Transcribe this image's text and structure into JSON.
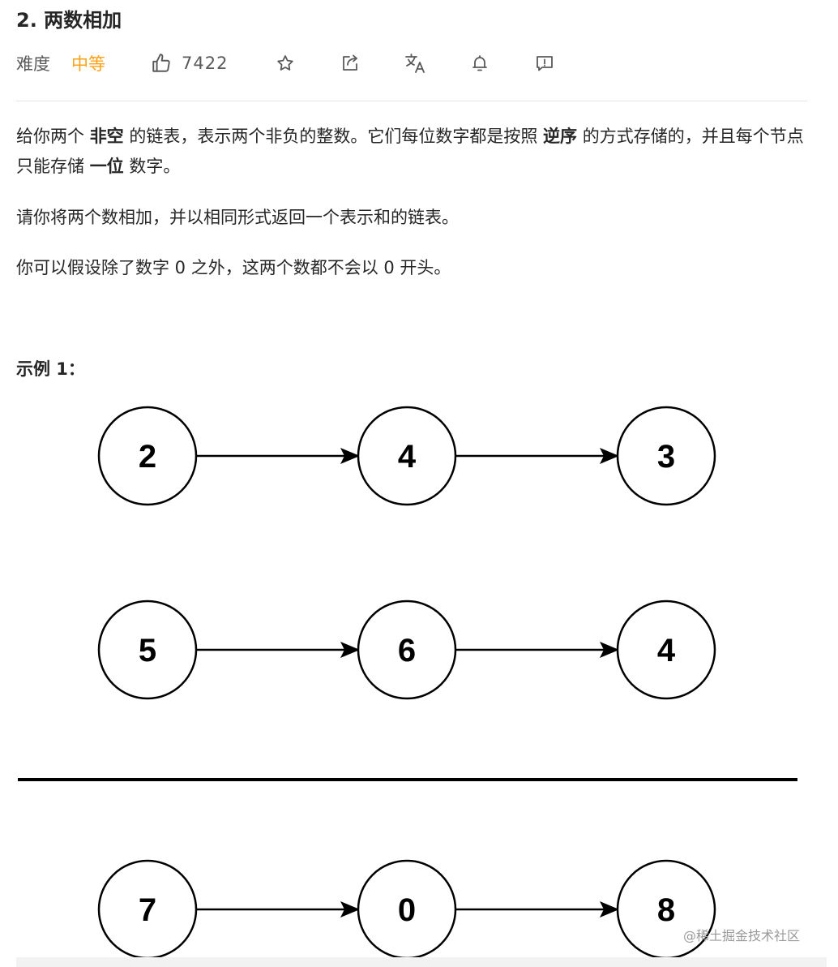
{
  "problem": {
    "title": "2. 两数相加",
    "difficulty_label": "难度",
    "difficulty_value": "中等",
    "difficulty_color": "#ffa116",
    "likes": "7422",
    "actions": [
      {
        "name": "star-icon"
      },
      {
        "name": "share-icon"
      },
      {
        "name": "translate-icon"
      },
      {
        "name": "bell-icon"
      },
      {
        "name": "feedback-icon"
      }
    ]
  },
  "description": {
    "p1": {
      "a": "给你两个 ",
      "b": "非空",
      "c": " 的链表，表示两个非负的整数。它们每位数字都是按照 ",
      "d": "逆序",
      "e": " 的方式存储的，并且每个节点只能存储 ",
      "f": "一位",
      "g": " 数字。"
    },
    "p2": "请你将两个数相加，并以相同形式返回一个表示和的链表。",
    "p3": "你可以假设除了数字 0 之外，这两个数都不会以 0 开头。"
  },
  "example": {
    "title": "示例 1："
  },
  "diagram": {
    "rows": [
      {
        "values": [
          "2",
          "4",
          "3"
        ]
      },
      {
        "values": [
          "5",
          "6",
          "4"
        ]
      },
      {
        "values": [
          "7",
          "0",
          "8"
        ]
      }
    ]
  },
  "watermark": "@稀土掘金技术社区"
}
